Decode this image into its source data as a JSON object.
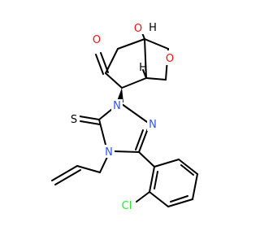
{
  "molecule": {
    "atoms": {
      "o_bridge": "O",
      "o_ring": "O",
      "o_ketone": "O",
      "s_thione": "S",
      "n1": "N",
      "n2": "N",
      "n4": "N",
      "cl": "Cl",
      "h_top": "H",
      "h_mid": "H"
    },
    "colors": {
      "oxygen": "#ff0d0d",
      "nitrogen": "#3050f8",
      "chlorine": "#1ff01f",
      "carbon_bond": "#000000",
      "background": "#ffffff"
    }
  }
}
